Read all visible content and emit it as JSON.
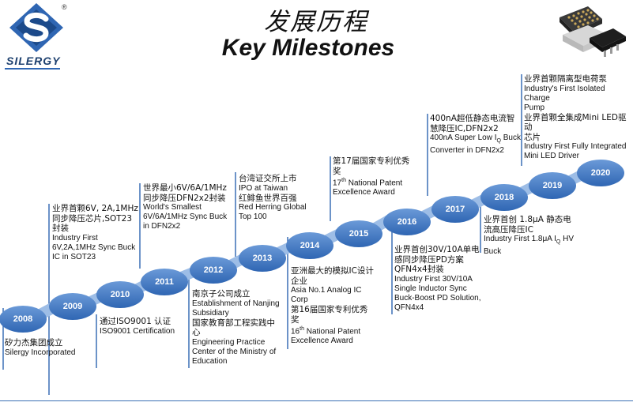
{
  "title": {
    "cn": "发展历程",
    "en": "Key Milestones"
  },
  "logo": {
    "wordmark": "SILERGY",
    "registered": "®"
  },
  "years": [
    "2008",
    "2009",
    "2010",
    "2011",
    "2012",
    "2013",
    "2014",
    "2015",
    "2016",
    "2017",
    "2018",
    "2019",
    "2020"
  ],
  "milestones": {
    "m2008": {
      "l1": "矽力杰集团成立",
      "l2": "Silergy Incorporated"
    },
    "m2009": {
      "l1": "业界首颗6V, 2A,1MHz",
      "l2": "同步降压芯片,SOT23",
      "l3": "封装",
      "l4": "Industry First",
      "l5": "6V,2A,1MHz Sync Buck",
      "l6": "IC in SOT23"
    },
    "m2010": {
      "l1": "通过ISO9001 认证",
      "l2": "ISO9001 Certification"
    },
    "m2011": {
      "l1": "世界最小6V/6A/1MHz",
      "l2": "同步降压DFN2x2封装",
      "l3": "World's Smallest",
      "l4": "6V/6A/1MHz  Sync Buck",
      "l5": "in DFN2x2"
    },
    "m2012": {
      "l1": "南京子公司成立",
      "l2": "Establishment of Nanjing",
      "l3": "Subsidiary",
      "l4": "国家教育部工程实践中",
      "l5": "心",
      "l6": "Engineering Practice",
      "l7": "Center of the Ministry of",
      "l8": "Education"
    },
    "m2013": {
      "l1": "台湾证交所上市",
      "l2": "IPO at Taiwan",
      "l3": "红鲱鱼世界百强",
      "l4": "Red Herring  Global",
      "l5": "Top 100"
    },
    "m2014": {
      "l1": "亚洲最大的模拟IC设计",
      "l2": "企业",
      "l3": "Asia No.1 Analog IC",
      "l4": "Corp",
      "l5": "第16届国家专利优秀",
      "l6": "奖",
      "l7": "16",
      "l7sup": "th",
      "l7b": " National Patent",
      "l8": "Excellence Award"
    },
    "m2015": {
      "l1": "第17届国家专利优秀",
      "l2": "奖",
      "l3": "17",
      "l3sup": "th",
      "l3b": " National Patent",
      "l4": "Excellence Award"
    },
    "m2016": {
      "l1": "业界首创30V/10A单电",
      "l2": "感同步降压PD方案",
      "l3": "QFN4x4封装",
      "l4": "Industry First 30V/10A",
      "l5": "Single Inductor Sync",
      "l6": "Buck-Boost PD Solution,",
      "l7": "QFN4x4"
    },
    "m2017": {
      "l1": "400nA超低静态电流智",
      "l2": "慧降压IC,DFN2x2",
      "l3a": "400nA Super Low I",
      "l3sub": "Q",
      "l3b": " Buck",
      "l4": "Converter in DFN2x2"
    },
    "m2018": {
      "l1": "业界首创 1.8μA 静态电",
      "l2": "流高压降压IC",
      "l3a": "Industry First 1.8μA I",
      "l3sub": "Q",
      "l3b": " HV",
      "l4": "Buck"
    },
    "m2019": {
      "l1": "业界首颗隔离型电荷泵",
      "l2": "Industry's First Isolated Charge",
      "l3": "Pump",
      "l4": "业界首颗全集成Mini LED驱动",
      "l5": "芯片",
      "l6": "Industry First Fully Integrated",
      "l7": "Mini LED Driver"
    }
  },
  "colors": {
    "bubble_dark": "#2f66b3",
    "bubble_light": "#5b8fd2",
    "ribbon": "#9dbde6",
    "step_line": "#3b6fb5",
    "logo_blue": "#1c3f6e"
  }
}
